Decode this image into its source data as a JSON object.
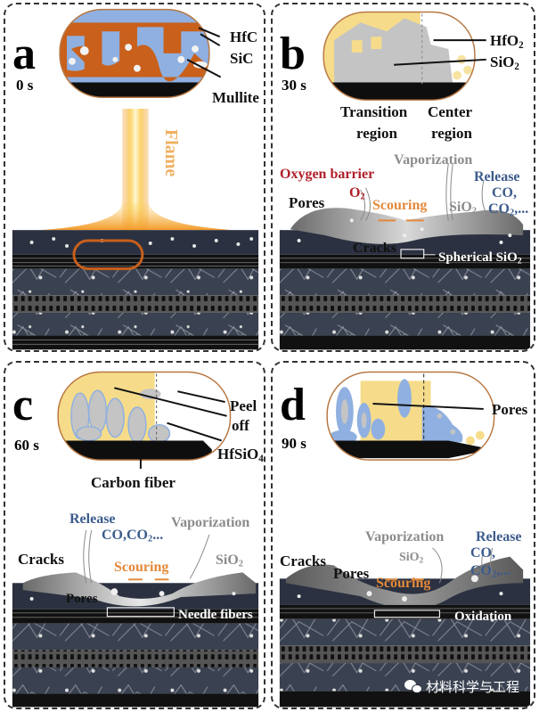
{
  "panels": {
    "a": {
      "letter": "a",
      "time": "0 s",
      "labels": {
        "hfc": "HfC",
        "sic": "SiC",
        "mullite": "Mullite",
        "flame": "Flame"
      }
    },
    "b": {
      "letter": "b",
      "time": "30 s",
      "labels": {
        "hfo2": "HfO",
        "hfo2_sub": "2",
        "sio2": "SiO",
        "sio2_sub": "2",
        "transition_1": "Transition",
        "transition_2": "region",
        "center_1": "Center",
        "center_2": "region",
        "oxygen_barrier": "Oxygen barrier",
        "o2": "O",
        "o2_sub": "2",
        "vaporization": "Vaporization",
        "release": "Release",
        "co": "CO,",
        "co2": "CO",
        "co2_sub": "2",
        "co2_tail": ",...",
        "pores": "Pores",
        "scouring": "Scouring",
        "sio2_gas": "SiO",
        "sio2_gas_sub": "2",
        "cracks": "Cracks",
        "spherical": "Spherical SiO",
        "spherical_sub": "2"
      }
    },
    "c": {
      "letter": "c",
      "time": "60 s",
      "labels": {
        "peel_1": "Peel",
        "peel_2": "off",
        "hfsio4": "HfSiO",
        "hfsio4_sub": "4",
        "carbon_fiber": "Carbon fiber",
        "release": "Release",
        "co_co2": "CO,CO",
        "co_co2_sub": "2",
        "co_co2_tail": "...",
        "vaporization": "Vaporization",
        "cracks": "Cracks",
        "scouring": "Scouring",
        "sio2": "SiO",
        "sio2_sub": "2",
        "pores": "Pores",
        "needle": "Needle fibers"
      }
    },
    "d": {
      "letter": "d",
      "time": "90 s",
      "labels": {
        "pores_top": "Pores",
        "vaporization": "Vaporization",
        "release": "Release",
        "sio2": "SiO",
        "sio2_sub": "2",
        "co": "CO,",
        "co2": "CO",
        "co2_sub": "2",
        "co2_tail": ",...",
        "cracks": "Cracks",
        "pores": "Pores",
        "scouring": "Scouring",
        "oxidation": "Oxidation"
      }
    }
  },
  "watermark": "材料科学与工程",
  "colors": {
    "hfc_orange": "#c9601c",
    "sic_blue": "#8fb0e0",
    "hfo2_gray": "#c4c4c4",
    "sio2_yellow": "#f6dc8a",
    "substrate": "#2b3140",
    "flame": "#f7a43a",
    "oxygen_red": "#b0202a",
    "release_blue": "#3c5c8c",
    "scouring_orange": "#e3893a"
  }
}
